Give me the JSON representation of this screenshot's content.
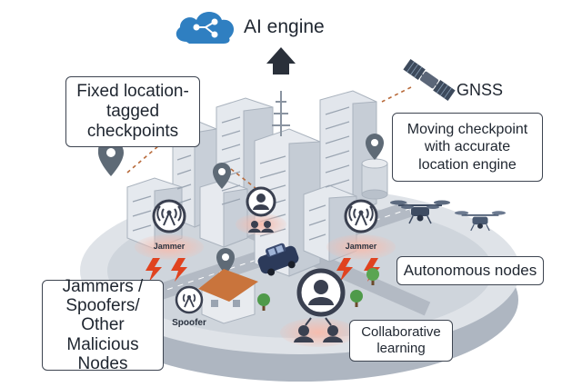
{
  "title": "AI engine",
  "gnss_label": "GNSS",
  "labels": {
    "fixed_checkpoints": "Fixed location-tagged checkpoints",
    "moving_checkpoint": "Moving checkpoint with accurate location engine",
    "autonomous_nodes": "Autonomous nodes",
    "malicious_nodes": "Jammers / Spoofers/ Other Malicious Nodes",
    "collaborative_learning": "Collaborative learning"
  },
  "tags": {
    "jammer_left": "Jammer",
    "jammer_right": "Jammer",
    "spoofer": "Spoofer"
  },
  "colors": {
    "cloud": "#2f7fc1",
    "jammer_glow": "#f3b1a4",
    "lightning": "#e0431f",
    "icon_dark": "#3a4050",
    "building": "#d5dae1",
    "platform": "#c4cad3",
    "pin": "#5e6a76"
  },
  "icons": [
    "cloud-network-icon",
    "up-arrow-icon",
    "satellite-icon",
    "drone-icon",
    "location-pin-icon",
    "user-icon",
    "group-icon",
    "car-icon",
    "antenna-icon",
    "lightning-icon",
    "tree-icon"
  ]
}
